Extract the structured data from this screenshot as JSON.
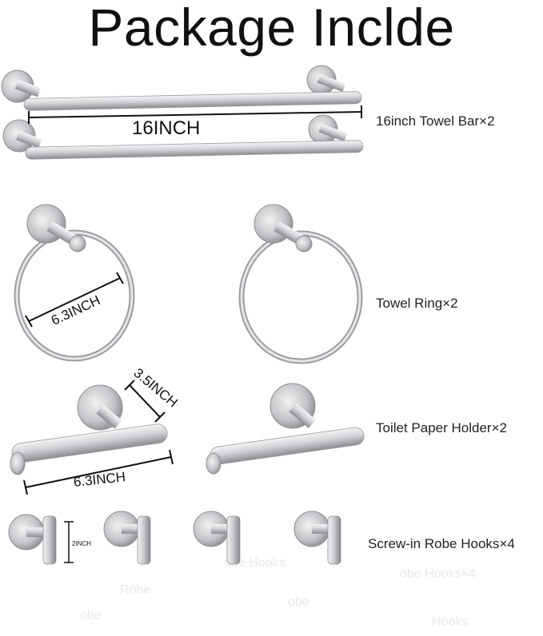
{
  "title": "Package Inclde",
  "items": [
    {
      "label": "16inch Towel Bar×2",
      "dimension": "16INCH"
    },
    {
      "label": "Towel Ring×2",
      "dimension": "6.3INCH"
    },
    {
      "label": "Toilet Paper Holder×2",
      "dimension": "6.3INCH",
      "dimension2": "3.5INCH"
    },
    {
      "label": "Screw-in Robe Hooks×4",
      "dimension": "2INCH"
    }
  ],
  "colors": {
    "metal_light": "#e8e8ea",
    "metal_mid": "#b8b9bc",
    "metal_dark": "#7d7f83",
    "background": "#ffffff"
  }
}
